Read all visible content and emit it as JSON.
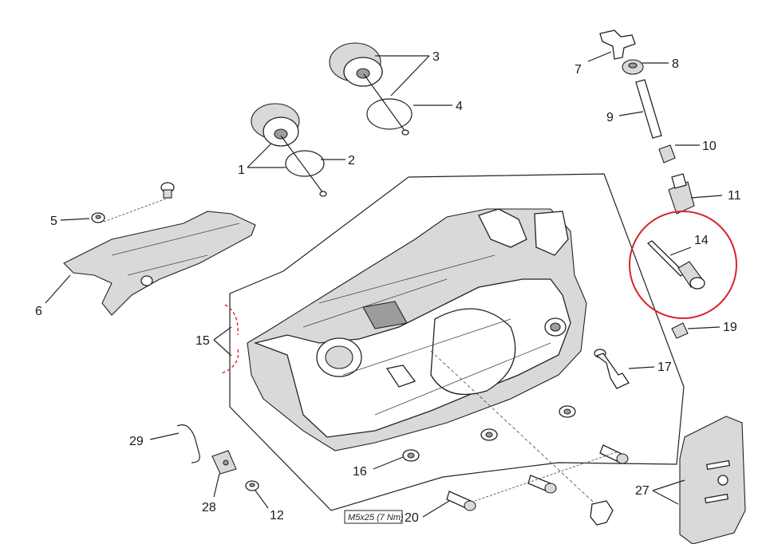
{
  "callouts": [
    {
      "id": "1",
      "text": "1"
    },
    {
      "id": "2",
      "text": "2"
    },
    {
      "id": "3",
      "text": "3"
    },
    {
      "id": "4",
      "text": "4"
    },
    {
      "id": "5",
      "text": "5"
    },
    {
      "id": "6",
      "text": "6"
    },
    {
      "id": "7",
      "text": "7"
    },
    {
      "id": "8",
      "text": "8"
    },
    {
      "id": "9",
      "text": "9"
    },
    {
      "id": "10",
      "text": "10"
    },
    {
      "id": "11",
      "text": "11"
    },
    {
      "id": "12",
      "text": "12"
    },
    {
      "id": "14",
      "text": "14"
    },
    {
      "id": "15",
      "text": "15"
    },
    {
      "id": "16",
      "text": "16"
    },
    {
      "id": "17",
      "text": "17"
    },
    {
      "id": "19",
      "text": "19"
    },
    {
      "id": "20",
      "text": "20"
    },
    {
      "id": "27",
      "text": "27"
    },
    {
      "id": "28",
      "text": "28"
    },
    {
      "id": "29",
      "text": "29"
    }
  ],
  "spec_label": "M5x25 (7 Nm)",
  "highlight": {
    "part": "14",
    "color": "#d8232a"
  },
  "section_marker_color": "#d8232a"
}
